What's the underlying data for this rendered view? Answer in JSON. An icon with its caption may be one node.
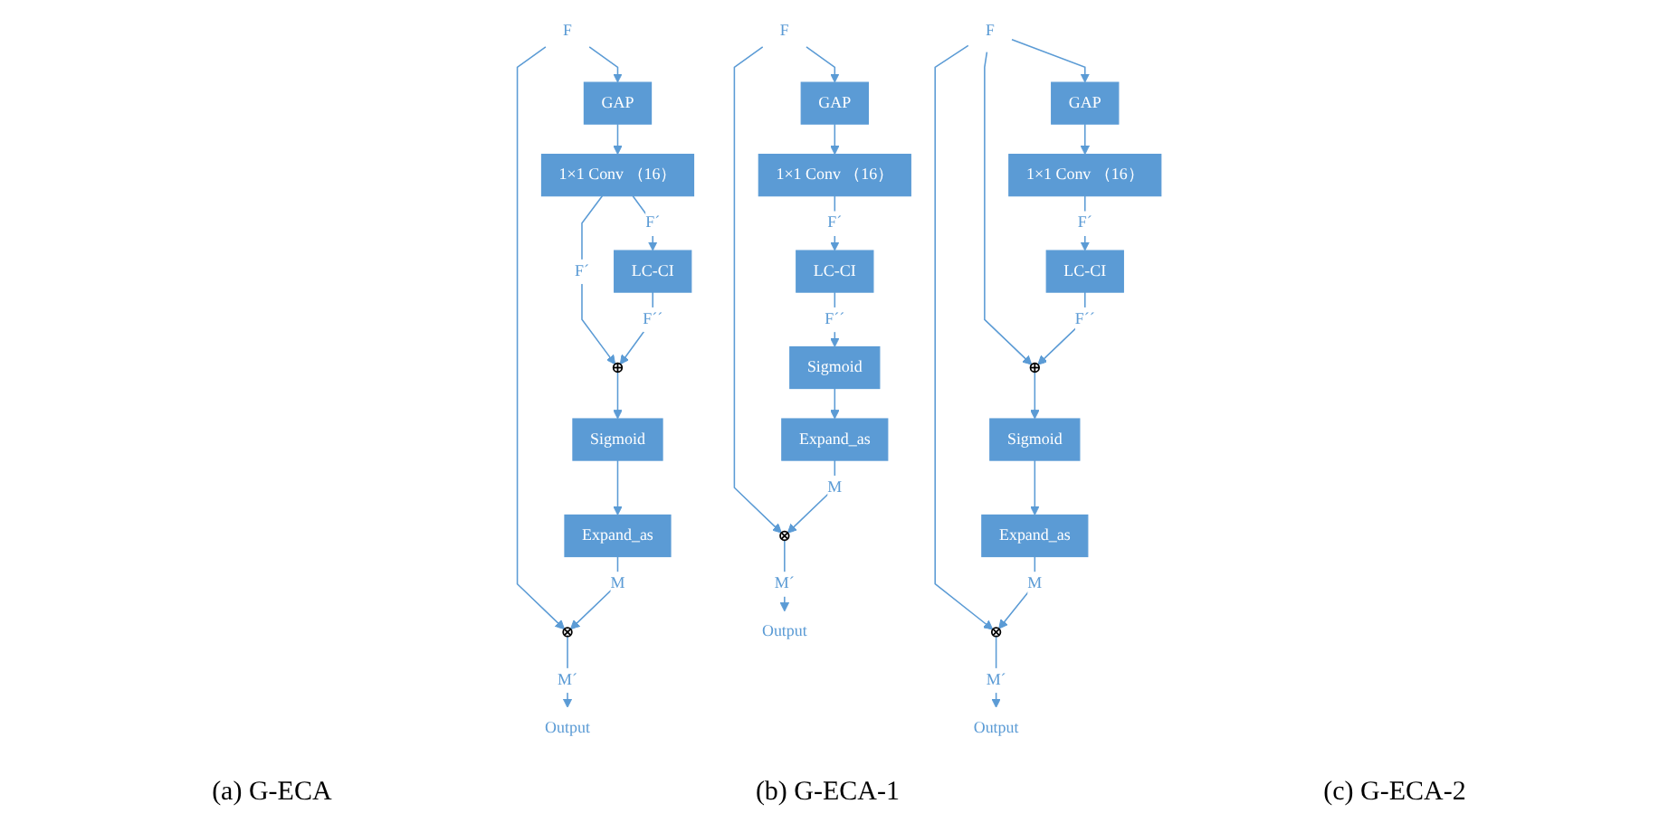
{
  "diagram": {
    "nodes": [
      {
        "text": [
          "F"
        ]
      },
      {
        "text": [
          "GAP"
        ]
      },
      {
        "text": [
          "1×1 Conv （16）"
        ]
      },
      {
        "text": [],
        "shape": "circle"
      },
      {
        "text": [
          "LC-CI"
        ]
      },
      {
        "text": [
          "Sigmoid"
        ]
      },
      {
        "text": [
          "Expand_as"
        ]
      },
      {
        "text": [],
        "shape": "circle"
      },
      {
        "text": [
          "Output"
        ]
      },
      {
        "text": [
          "F"
        ]
      },
      {
        "text": [
          "GAP"
        ]
      },
      {
        "text": [
          "1×1 Conv （16）"
        ]
      },
      {
        "text": [
          "LC-CI"
        ]
      },
      {
        "text": [
          "Sigmoid"
        ]
      },
      {
        "text": [
          "Expand_as"
        ]
      },
      {
        "text": [],
        "shape": "circle"
      },
      {
        "text": [
          "Output"
        ]
      },
      {
        "text": [
          "F"
        ]
      },
      {
        "text": [
          "GAP"
        ]
      },
      {
        "text": [
          "1×1 Conv （16）"
        ]
      },
      {
        "text": [
          "LC-CI"
        ]
      },
      {
        "text": [],
        "shape": "circle"
      },
      {
        "text": [
          "Sigmoid"
        ]
      },
      {
        "text": [
          "Expand_as"
        ]
      },
      {
        "text": [],
        "shape": "circle"
      },
      {
        "text": [
          "Output"
        ]
      }
    ],
    "edges": [
      {
        "from": 0,
        "to": 1,
        "arrow": "to"
      },
      {
        "from": 0,
        "to": 7,
        "arrow": "to"
      },
      {
        "from": 1,
        "to": 2,
        "arrow": "to"
      },
      {
        "from": 2,
        "to": 3,
        "label": "F´",
        "arrow": "to"
      },
      {
        "from": 2,
        "to": 4,
        "label": "F´",
        "arrow": "to"
      },
      {
        "from": 4,
        "to": 3,
        "label": "F´´",
        "arrow": "to"
      },
      {
        "from": 3,
        "to": 5,
        "arrow": "to"
      },
      {
        "from": 5,
        "to": 6,
        "arrow": "to"
      },
      {
        "from": 6,
        "to": 7,
        "label": "M",
        "arrow": "to"
      },
      {
        "from": 7,
        "to": 8,
        "label": "M´",
        "arrow": "to"
      },
      {
        "from": 9,
        "to": 10,
        "arrow": "to"
      },
      {
        "from": 9,
        "to": 15,
        "arrow": "to"
      },
      {
        "from": 10,
        "to": 11,
        "arrow": "to"
      },
      {
        "from": 11,
        "to": 12,
        "label": "F´",
        "arrow": "to"
      },
      {
        "from": 12,
        "to": 13,
        "label": "F´´",
        "arrow": "to"
      },
      {
        "from": 13,
        "to": 14,
        "arrow": "to"
      },
      {
        "from": 14,
        "to": 15,
        "label": "M",
        "arrow": "to"
      },
      {
        "from": 15,
        "to": 16,
        "label": "M´",
        "arrow": "to"
      },
      {
        "from": 17,
        "to": 21,
        "arrow": "to"
      },
      {
        "from": 17,
        "to": 18,
        "arrow": "to"
      },
      {
        "from": 17,
        "to": 24,
        "arrow": "to"
      },
      {
        "from": 18,
        "to": 19,
        "arrow": "to"
      },
      {
        "from": 19,
        "to": 20,
        "label": "F´",
        "arrow": "to"
      },
      {
        "from": 20,
        "to": 21,
        "label": "F´´",
        "arrow": "to"
      },
      {
        "from": 21,
        "to": 22,
        "arrow": "to"
      },
      {
        "from": 22,
        "to": 23,
        "arrow": "to"
      },
      {
        "from": 23,
        "to": 24,
        "label": "M",
        "arrow": "to"
      },
      {
        "from": 24,
        "to": 25,
        "label": "M´",
        "arrow": "to"
      }
    ],
    "labels": [
      "(a) G-ECA",
      "(b) G-ECA-1",
      "(c) G-ECA-2"
    ]
  }
}
